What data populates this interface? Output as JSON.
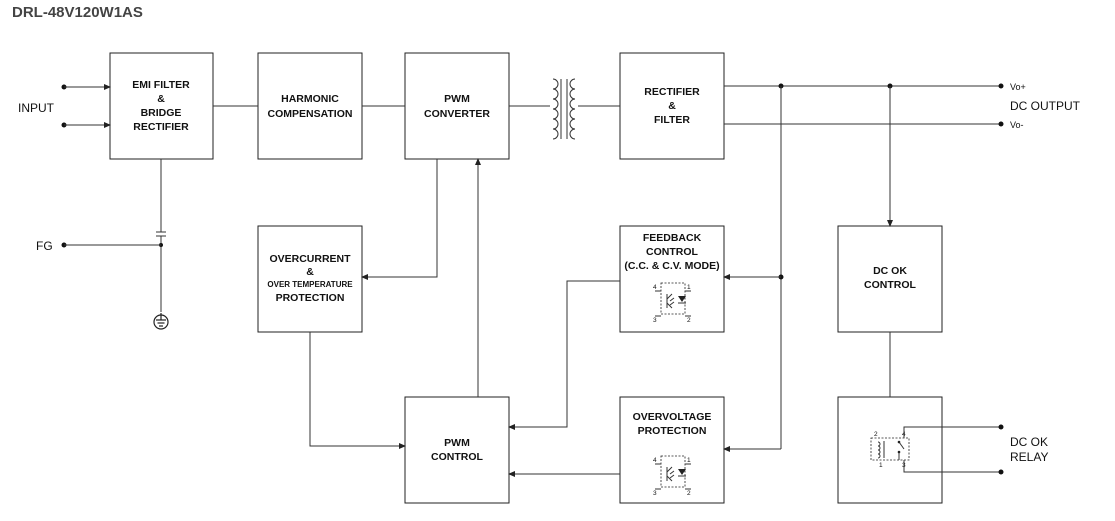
{
  "title": "DRL-48V120W1AS",
  "blocks": {
    "emi": [
      "EMI FILTER",
      "&",
      "BRIDGE",
      "RECTIFIER"
    ],
    "harmonic": [
      "HARMONIC",
      "COMPENSATION"
    ],
    "pwm_converter": [
      "PWM",
      "CONVERTER"
    ],
    "rectifier": [
      "RECTIFIER",
      "&",
      "FILTER"
    ],
    "overcurrent": [
      "OVERCURRENT",
      "&",
      "OVER TEMPERATURE",
      "PROTECTION"
    ],
    "feedback": [
      "FEEDBACK",
      "CONTROL",
      "(C.C. & C.V. MODE)"
    ],
    "dcok_control": [
      "DC OK",
      "CONTROL"
    ],
    "pwm_control": [
      "PWM",
      "CONTROL"
    ],
    "overvoltage": [
      "OVERVOLTAGE",
      "PROTECTION"
    ]
  },
  "labels": {
    "input": "INPUT",
    "fg": "FG",
    "vo_plus": "Vo+",
    "vo_minus": "Vo-",
    "dc_output": "DC OUTPUT",
    "dc_ok_relay": [
      "DC OK",
      "RELAY"
    ]
  },
  "pins": {
    "optocoupler": [
      "4",
      "1",
      "3",
      "2"
    ],
    "relay": [
      "2",
      "4",
      "1",
      "3"
    ]
  }
}
